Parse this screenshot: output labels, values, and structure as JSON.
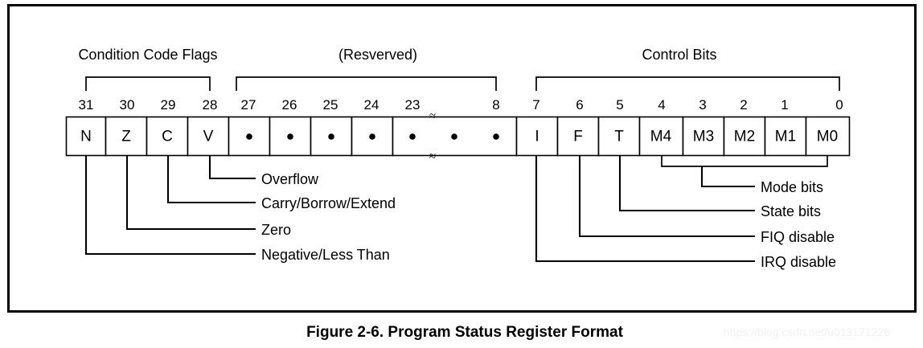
{
  "figure": {
    "caption": "Figure 2-6. Program Status Register Format",
    "watermark": "https://blog.csdn.net/u013171226"
  },
  "groups": [
    {
      "name": "condition-code-flags",
      "title": "Condition Code Flags"
    },
    {
      "name": "reserved",
      "title": "(Resverved)"
    },
    {
      "name": "control-bits",
      "title": "Control Bits"
    }
  ],
  "register": {
    "bit_numbers": [
      "31",
      "30",
      "29",
      "28",
      "27",
      "26",
      "25",
      "24",
      "23",
      "8",
      "7",
      "6",
      "5",
      "4",
      "3",
      "2",
      "1",
      "0"
    ],
    "cells": [
      {
        "label": "N",
        "kind": "flag"
      },
      {
        "label": "Z",
        "kind": "flag"
      },
      {
        "label": "C",
        "kind": "flag"
      },
      {
        "label": "V",
        "kind": "flag"
      },
      {
        "label": "•",
        "kind": "reserved"
      },
      {
        "label": "•",
        "kind": "reserved"
      },
      {
        "label": "•",
        "kind": "reserved"
      },
      {
        "label": "•",
        "kind": "reserved"
      },
      {
        "label": "•    •    •",
        "kind": "reserved-span"
      },
      {
        "label": "I",
        "kind": "control"
      },
      {
        "label": "F",
        "kind": "control"
      },
      {
        "label": "T",
        "kind": "control"
      },
      {
        "label": "M4",
        "kind": "mode"
      },
      {
        "label": "M3",
        "kind": "mode"
      },
      {
        "label": "M2",
        "kind": "mode"
      },
      {
        "label": "M1",
        "kind": "mode"
      },
      {
        "label": "M0",
        "kind": "mode"
      }
    ],
    "break_mark": "≈"
  },
  "annotations_left": [
    {
      "name": "overflow",
      "bit": "28",
      "cell": "V",
      "text": "Overflow"
    },
    {
      "name": "carry",
      "bit": "29",
      "cell": "C",
      "text": "Carry/Borrow/Extend"
    },
    {
      "name": "zero",
      "bit": "30",
      "cell": "Z",
      "text": "Zero"
    },
    {
      "name": "negative",
      "bit": "31",
      "cell": "N",
      "text": "Negative/Less Than"
    }
  ],
  "annotations_right": [
    {
      "name": "mode-bits",
      "bits": "4-0",
      "cells": "M4-M0",
      "text": "Mode bits"
    },
    {
      "name": "state-bits",
      "bit": "5",
      "cell": "T",
      "text": "State bits"
    },
    {
      "name": "fiq-disable",
      "bit": "6",
      "cell": "F",
      "text": "FIQ disable"
    },
    {
      "name": "irq-disable",
      "bit": "7",
      "cell": "I",
      "text": "IRQ disable"
    }
  ],
  "colors": {
    "ink": "#000000",
    "paper": "#ffffff",
    "watermark": "#f1f1f1"
  }
}
